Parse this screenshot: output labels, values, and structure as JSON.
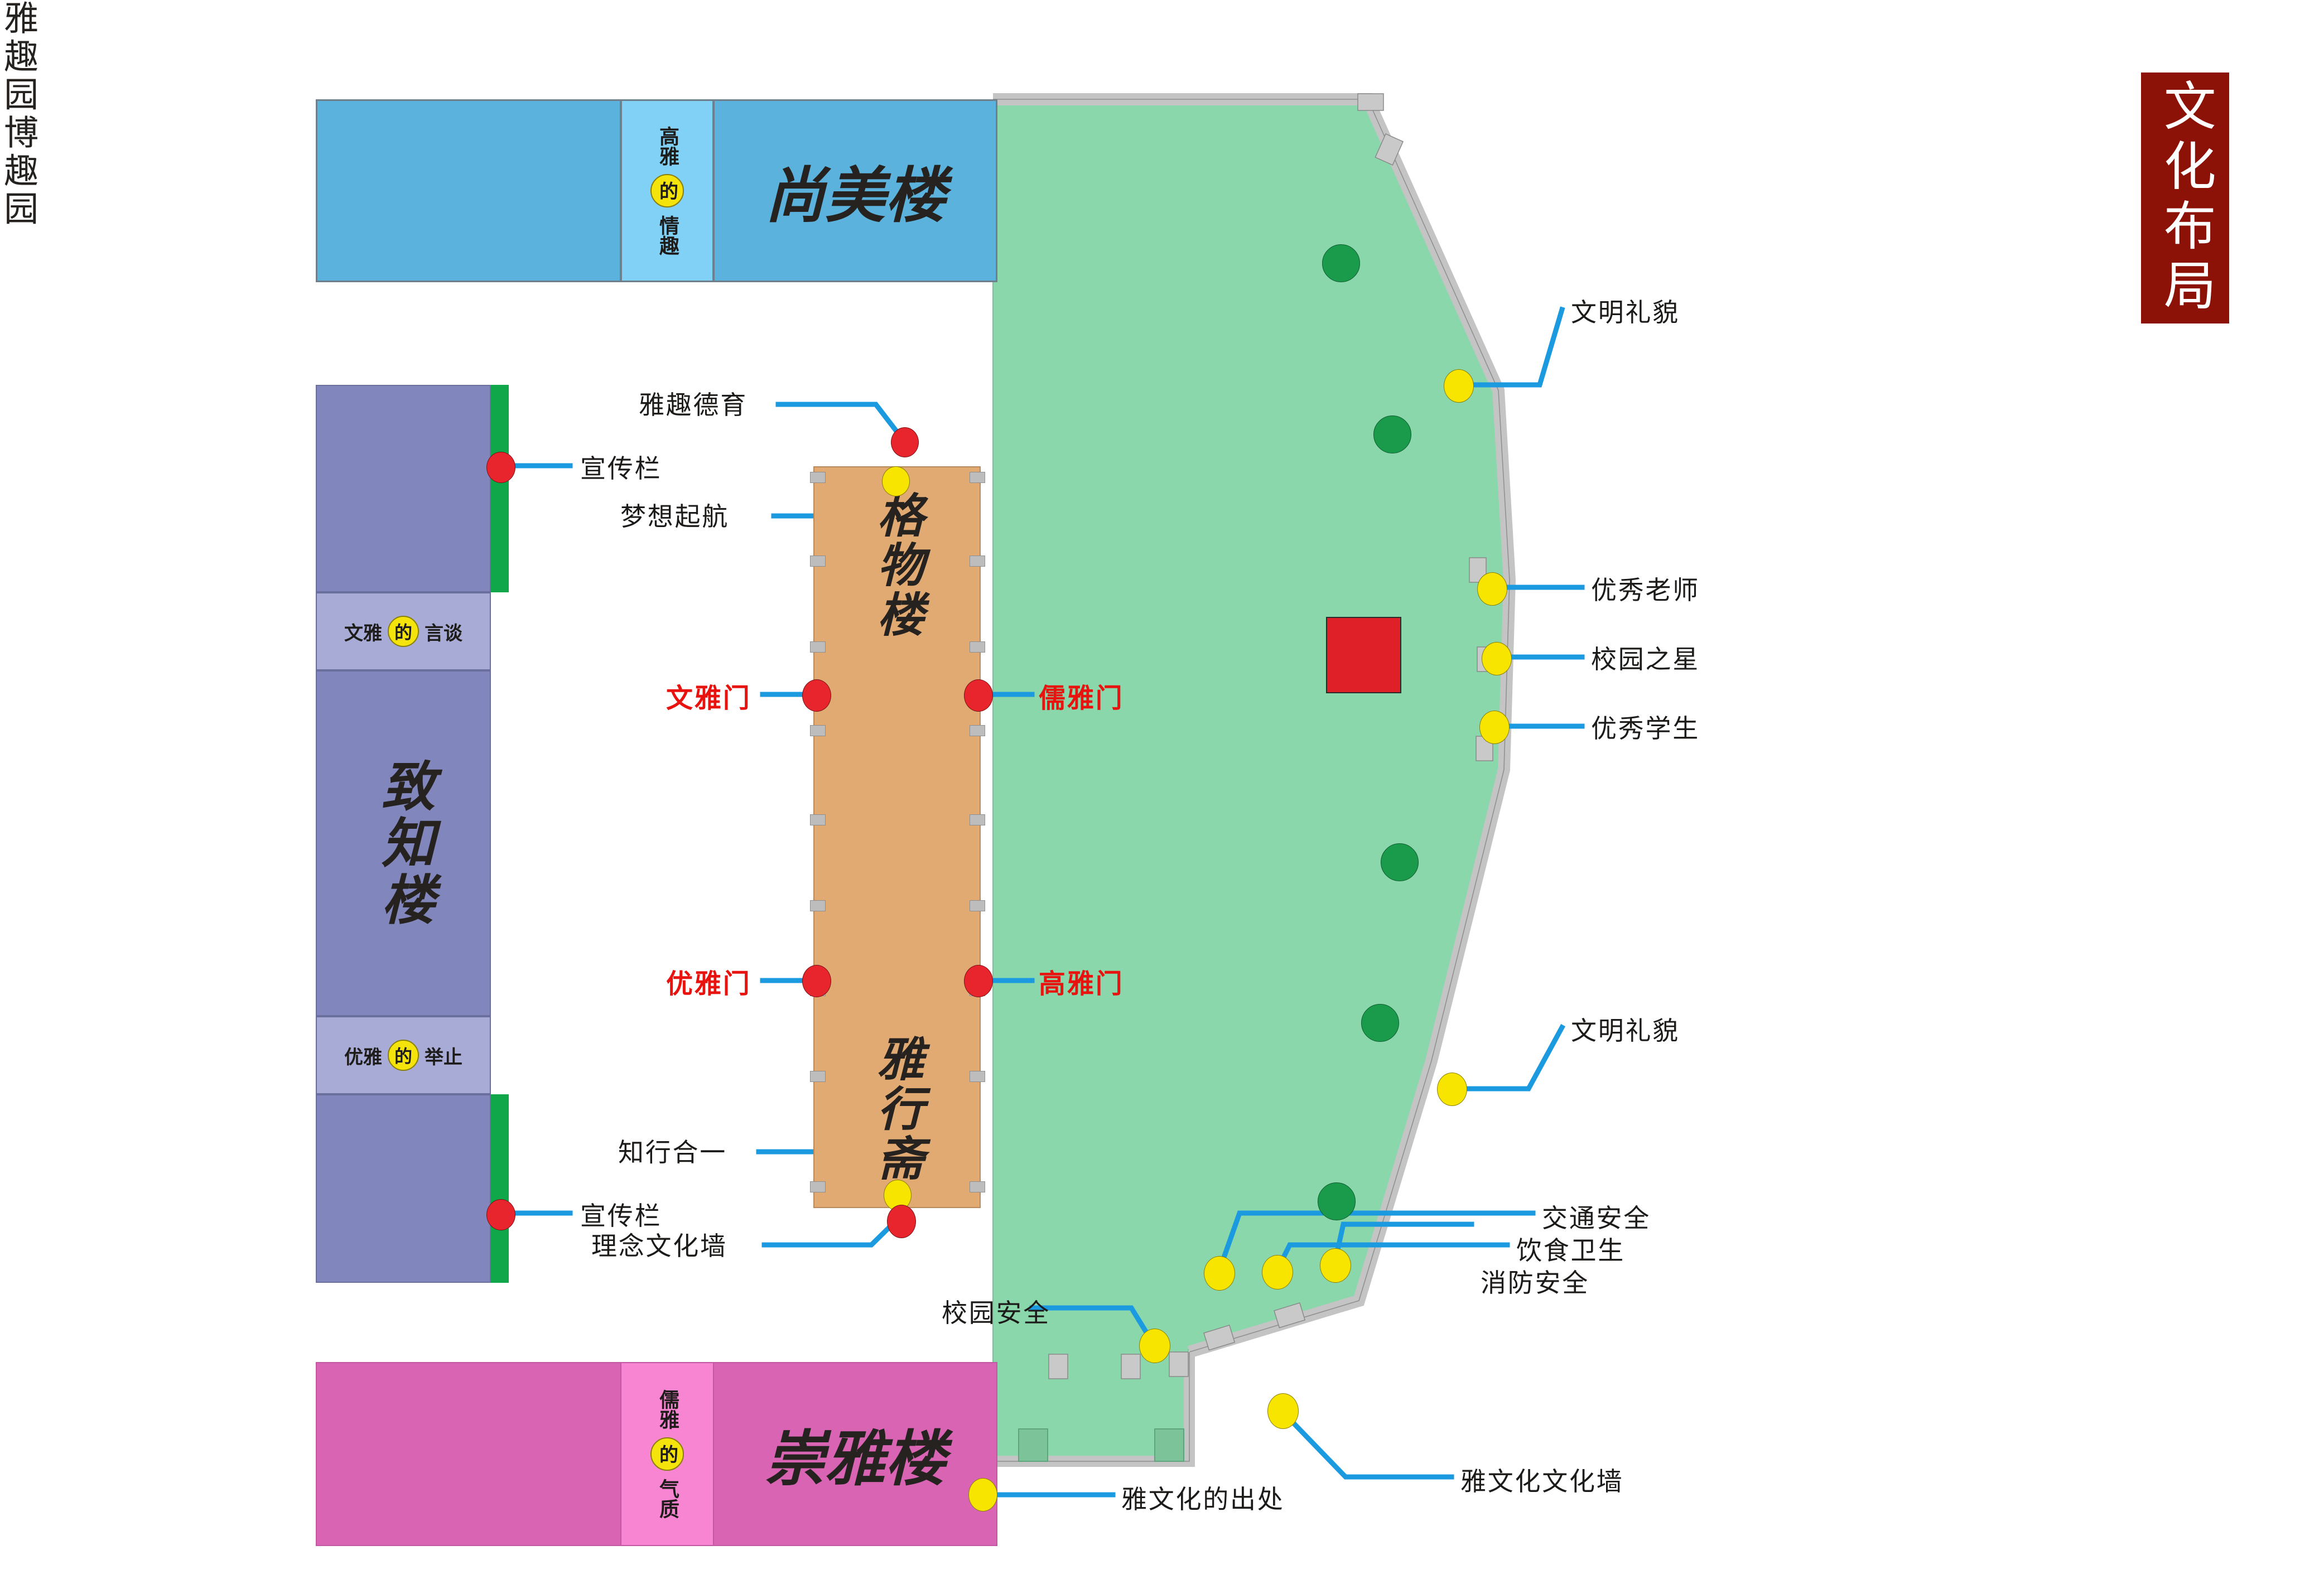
{
  "title_banner": {
    "text": "文化布局"
  },
  "buildings": [
    {
      "id": "shangmei",
      "name": "尚美楼",
      "slogan_pre": "高雅",
      "slogan_de": "的",
      "slogan_post": "情趣",
      "color": "#5bb3dd"
    },
    {
      "id": "zhizhi",
      "name": "致知楼",
      "slogan1_pre": "文雅",
      "slogan1_de": "的",
      "slogan1_post": "言谈",
      "slogan2_pre": "优雅",
      "slogan2_de": "的",
      "slogan2_post": "举止",
      "color": "#8187bd"
    },
    {
      "id": "gewu",
      "name": "格物楼",
      "color": "#e0aa72"
    },
    {
      "id": "yaxing",
      "name": "雅行斋",
      "color": "#e0aa72"
    },
    {
      "id": "chongya",
      "name": "崇雅楼",
      "slogan_pre": "儒雅",
      "slogan_de": "的",
      "slogan_post": "气质",
      "color": "#d964b4"
    }
  ],
  "gardens": [
    {
      "id": "yaqu",
      "name": "雅趣园"
    },
    {
      "id": "boqu",
      "name": "博趣园"
    }
  ],
  "gates": [
    {
      "id": "wenya",
      "label": "文雅门"
    },
    {
      "id": "ruya",
      "label": "儒雅门"
    },
    {
      "id": "youya",
      "label": "优雅门"
    },
    {
      "id": "gaoya",
      "label": "高雅门"
    }
  ],
  "annotations": [
    {
      "id": "yaqu-deyu",
      "label": "雅趣德育",
      "marker": "red"
    },
    {
      "id": "xuanchuanlan-1",
      "label": "宣传栏",
      "marker": "red"
    },
    {
      "id": "mengxiang-qihang",
      "label": "梦想起航",
      "marker": "yellow"
    },
    {
      "id": "zhixing-heyi",
      "label": "知行合一",
      "marker": "yellow"
    },
    {
      "id": "xuanchuanlan-2",
      "label": "宣传栏",
      "marker": "red"
    },
    {
      "id": "linian-wenhuaqiang",
      "label": "理念文化墙",
      "marker": "red"
    },
    {
      "id": "wenming-limao-1",
      "label": "文明礼貌",
      "marker": "yellow"
    },
    {
      "id": "youxiu-laoshi",
      "label": "优秀老师",
      "marker": "yellow"
    },
    {
      "id": "xiaoyuan-zhixing",
      "label": "校园之星",
      "marker": "yellow"
    },
    {
      "id": "youxiu-xuesheng",
      "label": "优秀学生",
      "marker": "yellow"
    },
    {
      "id": "wenming-limao-2",
      "label": "文明礼貌",
      "marker": "yellow"
    },
    {
      "id": "jiaotong-anquan",
      "label": "交通安全",
      "marker": "yellow"
    },
    {
      "id": "yinshi-weisheng",
      "label": "饮食卫生",
      "marker": "yellow"
    },
    {
      "id": "xiaofang-anquan",
      "label": "消防安全",
      "marker": "yellow"
    },
    {
      "id": "xiaoyuan-anquan",
      "label": "校园安全",
      "marker": "yellow"
    },
    {
      "id": "yawenhua-qiang",
      "label": "雅文化文化墙",
      "marker": "yellow"
    },
    {
      "id": "yawenhua-chuchu",
      "label": "雅文化的出处",
      "marker": "yellow"
    }
  ],
  "colors": {
    "banner_bg": "#8c1106",
    "banner_text": "#ffffff",
    "blue_main": "#5bb3dd",
    "blue_sub": "#81d0f5",
    "purple_main": "#8187bd",
    "purple_sub": "#a7abd6",
    "pink_main": "#d964b4",
    "pink_sub": "#f785d1",
    "orange": "#e0aa72",
    "green_area": "#8ad7ab",
    "green_strip": "#10a64a",
    "tree": "#1a9b4c",
    "flag_square": "#e02028",
    "leader_line": "#1b9ae0",
    "marker_red": "#e8252c",
    "marker_yellow": "#f7e500",
    "gate_text": "#e8130e",
    "wall": "#c9c9c9"
  }
}
